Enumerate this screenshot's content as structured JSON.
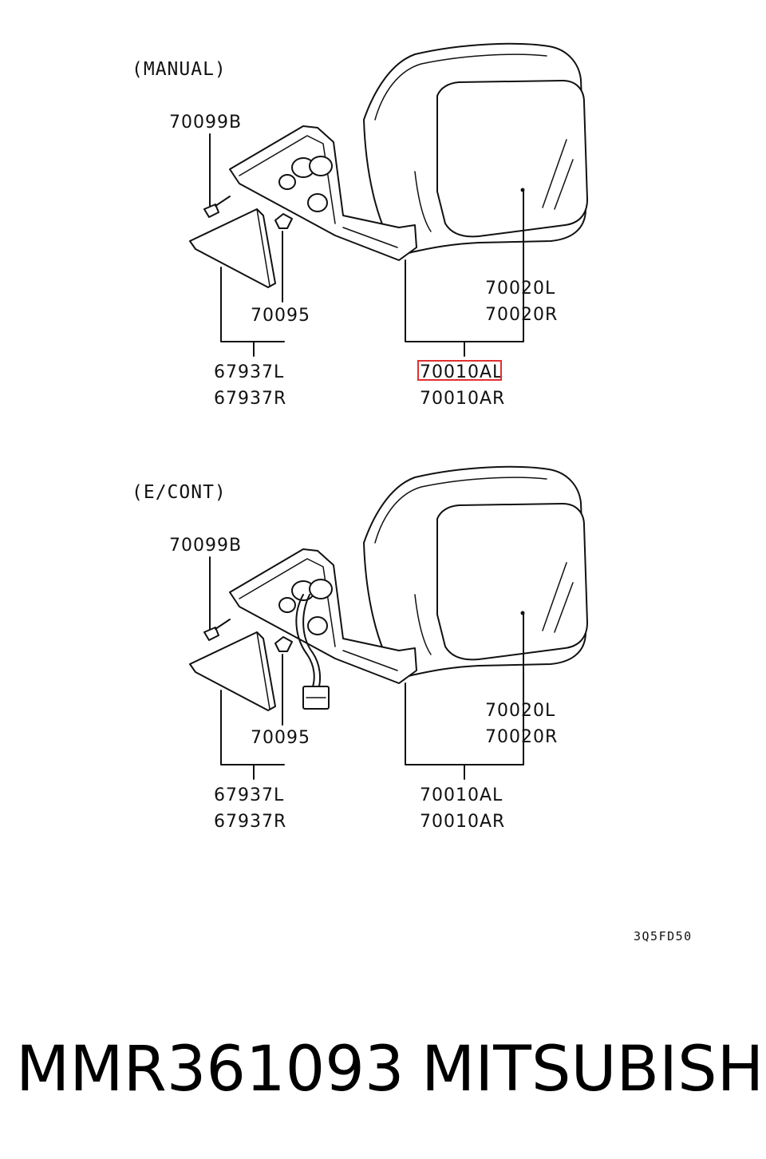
{
  "sections": [
    {
      "heading": "(MANUAL)",
      "labels": {
        "bolt": "70099B",
        "clip": "70095",
        "cover_l": "67937L",
        "cover_r": "67937R",
        "mirror_l": "70010AL",
        "mirror_r": "70010AR",
        "glass_l": "70020L",
        "glass_r": "70020R"
      },
      "highlighted_label": "70010A"
    },
    {
      "heading": "(E/CONT)",
      "labels": {
        "bolt": "70099B",
        "clip": "70095",
        "cover_l": "67937L",
        "cover_r": "67937R",
        "mirror_l": "70010AL",
        "mirror_r": "70010AR",
        "glass_l": "70020L",
        "glass_r": "70020R"
      }
    }
  ],
  "diagram_code": "3Q5FD50",
  "footer": {
    "part_number": "MMR361093",
    "brand": "MITSUBISHI"
  },
  "colors": {
    "highlight": "#e03030",
    "ink": "#111111"
  }
}
